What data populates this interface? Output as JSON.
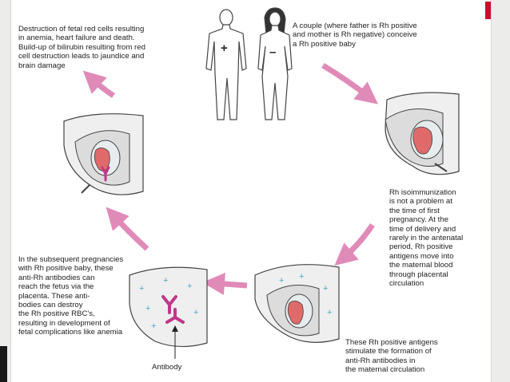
{
  "stages": [
    {
      "id": "conception",
      "text": "A couple (where father is Rh positive\nand mother is Rh negative) conceive\na Rh positive baby",
      "father_sign": "+",
      "mother_sign": "–"
    },
    {
      "id": "delivery",
      "text": "Rh isoimmunization\nis not a problem at\nthe time of first\npregnancy. At the\ntime of delivery and\nrarely in the antenatal\nperiod, Rh positive\nantigens move into\nthe  maternal blood\nthrough placental\ncirculation"
    },
    {
      "id": "antibody-formation",
      "text": "These Rh positive antigens\nstimulate the formation of\nanti-Rh antibodies in\nthe maternal circulation"
    },
    {
      "id": "subsequent-pregnancy",
      "text": "In the subsequent pregnancies\nwith Rh positive baby, these\nanti-Rh antibodies can\nreach the fetus via the\nplacenta. These anti-\nbodies can destroy\nthe Rh positive RBC's,\nresulting in development of\nfetal complications like anemia",
      "antibody_label": "Antibody"
    },
    {
      "id": "fetal-destruction",
      "text": "Destruction of fetal red cells resulting\nin anemia, heart failure and death.\nBuild-up of bilirubin resulting from red\ncell destruction leads to jaundice and\nbrain damage"
    }
  ],
  "colors": {
    "arrow": "#e08ab8",
    "antibody": "#c0378a",
    "placenta": "#e06a6a",
    "outline": "#444444",
    "fluid": "#efefef"
  }
}
